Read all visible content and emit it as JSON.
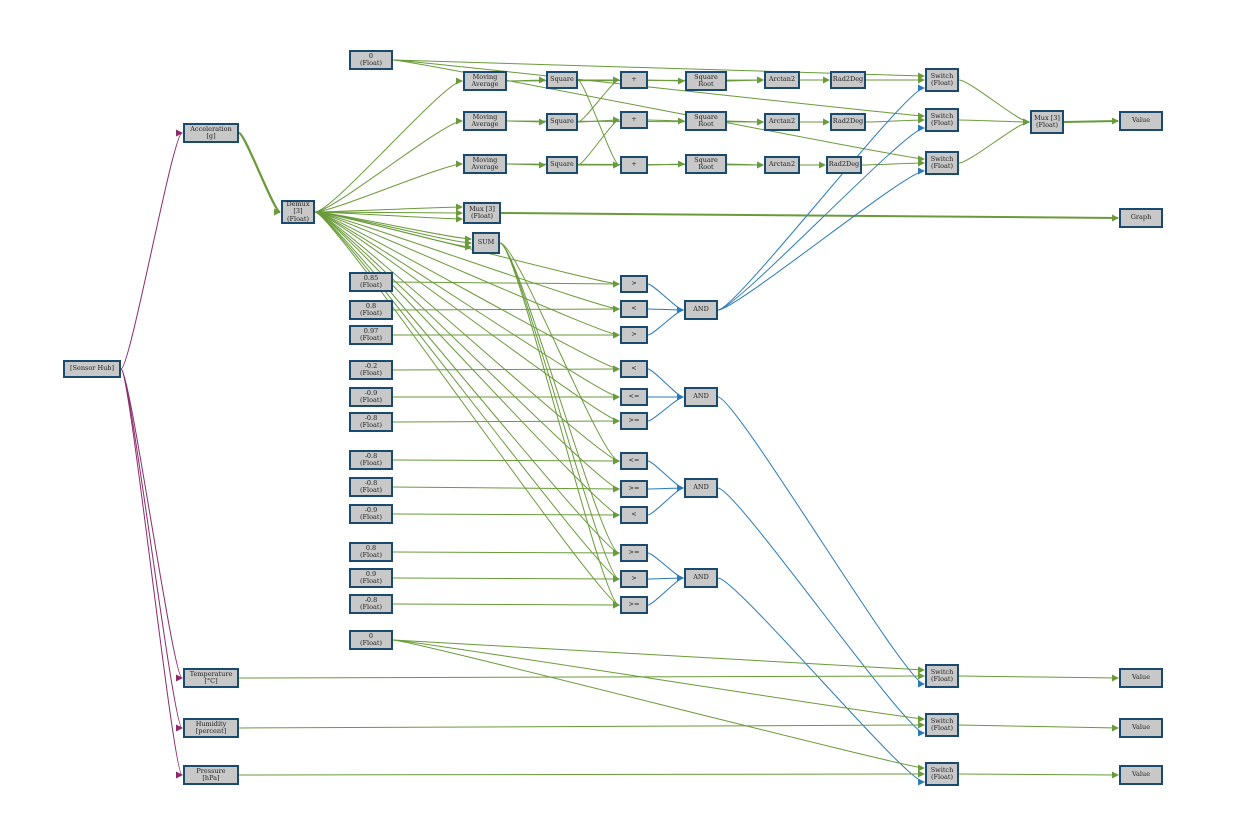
{
  "colors": {
    "node_fill": "#c8c8c8",
    "node_border": "#1a4a6e",
    "sensor_wire": "#8b2c6a",
    "float_wire": "#6a9a3a",
    "bool_wire": "#2a7ab8"
  },
  "nodes": [
    {
      "id": "sensor_hub",
      "label": "[Sensor Hub]"
    },
    {
      "id": "accel",
      "label": "Acceleration\n[g]"
    },
    {
      "id": "temp",
      "label": "Temperature\n[°C]"
    },
    {
      "id": "humid",
      "label": "Humidity\n[percent]"
    },
    {
      "id": "press",
      "label": "Pressure\n[hPa]"
    },
    {
      "id": "demux",
      "label": "Demux [3]\n(Float)"
    },
    {
      "id": "c0top",
      "label": "0\n(Float)"
    },
    {
      "id": "ma1",
      "label": "Moving\nAverage"
    },
    {
      "id": "ma2",
      "label": "Moving\nAverage"
    },
    {
      "id": "ma3",
      "label": "Moving\nAverage"
    },
    {
      "id": "sq1",
      "label": "Square"
    },
    {
      "id": "sq2",
      "label": "Square"
    },
    {
      "id": "sq3",
      "label": "Square"
    },
    {
      "id": "plus1",
      "label": "+"
    },
    {
      "id": "plus2",
      "label": "+"
    },
    {
      "id": "plus3",
      "label": "+"
    },
    {
      "id": "sr1",
      "label": "Square\nRoot"
    },
    {
      "id": "sr2",
      "label": "Square\nRoot"
    },
    {
      "id": "sr3",
      "label": "Square\nRoot"
    },
    {
      "id": "at1",
      "label": "Arctan2"
    },
    {
      "id": "at2",
      "label": "Arctan2"
    },
    {
      "id": "at3",
      "label": "Arctan2"
    },
    {
      "id": "rd1",
      "label": "Rad2Deg"
    },
    {
      "id": "rd2",
      "label": "Rad2Deg"
    },
    {
      "id": "rd3",
      "label": "Rad2Deg"
    },
    {
      "id": "sw1",
      "label": "Switch\n(Float)"
    },
    {
      "id": "sw2",
      "label": "Switch\n(Float)"
    },
    {
      "id": "sw3",
      "label": "Switch\n(Float)"
    },
    {
      "id": "mux3",
      "label": "Mux [3]\n(Float)"
    },
    {
      "id": "val1",
      "label": "Value"
    },
    {
      "id": "muxg",
      "label": "Mux [3]\n(Float)"
    },
    {
      "id": "graph",
      "label": "Graph"
    },
    {
      "id": "sum",
      "label": "SUM"
    },
    {
      "id": "c085",
      "label": "0.85\n(Float)"
    },
    {
      "id": "c08a",
      "label": "0.8\n(Float)"
    },
    {
      "id": "c097",
      "label": "0.97\n(Float)"
    },
    {
      "id": "gt1",
      "label": ">"
    },
    {
      "id": "lt1",
      "label": "<"
    },
    {
      "id": "gt2",
      "label": ">"
    },
    {
      "id": "and1",
      "label": "AND"
    },
    {
      "id": "cm02",
      "label": "-0.2\n(Float)"
    },
    {
      "id": "cm09a",
      "label": "-0.9\n(Float)"
    },
    {
      "id": "cm08a",
      "label": "-0.8\n(Float)"
    },
    {
      "id": "lt2",
      "label": "<"
    },
    {
      "id": "le1",
      "label": "<="
    },
    {
      "id": "ge1",
      "label": ">="
    },
    {
      "id": "and2",
      "label": "AND"
    },
    {
      "id": "cm08b",
      "label": "-0.8\n(Float)"
    },
    {
      "id": "cm08c",
      "label": "-0.8\n(Float)"
    },
    {
      "id": "cm09b",
      "label": "-0.9\n(Float)"
    },
    {
      "id": "le2",
      "label": "<="
    },
    {
      "id": "ge2",
      "label": ">="
    },
    {
      "id": "lt3",
      "label": "<"
    },
    {
      "id": "and3",
      "label": "AND"
    },
    {
      "id": "c08b",
      "label": "0.8\n(Float)"
    },
    {
      "id": "c09",
      "label": "0.9\n(Float)"
    },
    {
      "id": "cm08d",
      "label": "-0.8\n(Float)"
    },
    {
      "id": "ge3",
      "label": ">="
    },
    {
      "id": "gt3",
      "label": ">"
    },
    {
      "id": "ge4",
      "label": ">="
    },
    {
      "id": "and4",
      "label": "AND"
    },
    {
      "id": "c0bot",
      "label": "0\n(Float)"
    },
    {
      "id": "sw4",
      "label": "Switch\n(Float)"
    },
    {
      "id": "sw5",
      "label": "Switch\n(Float)"
    },
    {
      "id": "sw6",
      "label": "Switch\n(Float)"
    },
    {
      "id": "val2",
      "label": "Value"
    },
    {
      "id": "val3",
      "label": "Value"
    },
    {
      "id": "val4",
      "label": "Value"
    }
  ]
}
